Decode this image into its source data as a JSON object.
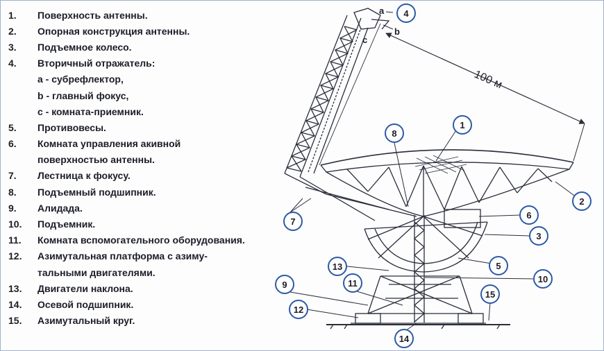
{
  "legend": [
    {
      "num": "1.",
      "text": "Поверхность антенны."
    },
    {
      "num": "2.",
      "text": "Опорная конструкция антенны."
    },
    {
      "num": "3.",
      "text": "Подъемное колесо."
    },
    {
      "num": "4.",
      "text": "Вторичный отражатель:"
    },
    {
      "sub": "a - субрефлектор,"
    },
    {
      "sub": "b - главный фокус,"
    },
    {
      "sub": "c - комната-приемник."
    },
    {
      "num": "5.",
      "text": "Противовесы."
    },
    {
      "num": "6.",
      "text": "Комната управления акивной"
    },
    {
      "cont": "поверхностью антенны."
    },
    {
      "num": "7.",
      "text": "Лестница к фокусу."
    },
    {
      "num": "8.",
      "text": "Подъемный подшипник."
    },
    {
      "num": "9.",
      "text": "Алидада."
    },
    {
      "num": "10.",
      "text": "Подъемник."
    },
    {
      "num": "11.",
      "text": "Комната вспомогательного оборудования."
    },
    {
      "num": "12.",
      "text": "Азимутальная платформа с азиму-"
    },
    {
      "cont": "тальными двигателями."
    },
    {
      "num": "13.",
      "text": "Двигатели наклона."
    },
    {
      "num": "14.",
      "text": "Осевой подшипник."
    },
    {
      "num": "15.",
      "text": "Азимутальный круг."
    }
  ],
  "diagram": {
    "dimension_label": "100 м",
    "letter_a": "a",
    "letter_b": "b",
    "letter_c": "c",
    "callouts": [
      "1",
      "2",
      "3",
      "4",
      "5",
      "6",
      "7",
      "8",
      "9",
      "10",
      "11",
      "12",
      "13",
      "14",
      "15"
    ],
    "colors": {
      "line": "#2a2d3a",
      "callout_stroke": "#2c5aa6",
      "leader": "#2a2d3a"
    }
  }
}
